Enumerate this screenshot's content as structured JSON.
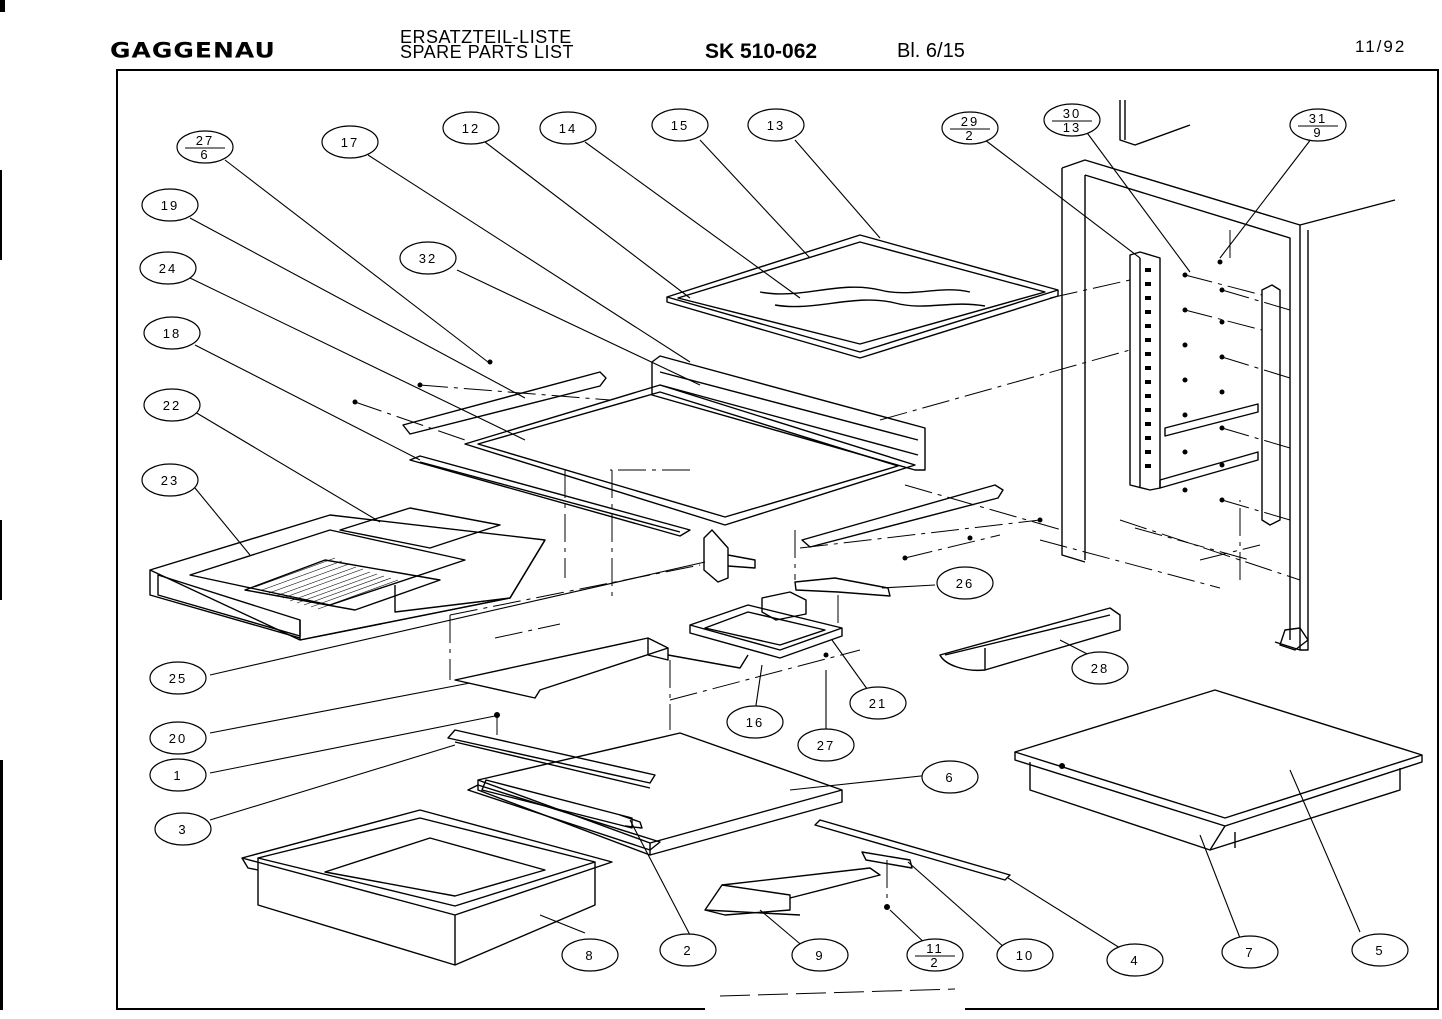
{
  "header": {
    "brand": "GAGGENAU",
    "title_de": "ERSATZTEIL-LISTE",
    "title_en": "SPARE PARTS LIST",
    "model": "SK 510-062",
    "sheet": "Bl. 6/15",
    "date": "11/92"
  },
  "callouts": [
    {
      "id": "c27-6",
      "top": "27",
      "bottom": "6"
    },
    {
      "id": "c17",
      "label": "17"
    },
    {
      "id": "c12",
      "label": "12"
    },
    {
      "id": "c14",
      "label": "14"
    },
    {
      "id": "c15",
      "label": "15"
    },
    {
      "id": "c13",
      "label": "13"
    },
    {
      "id": "c29-2",
      "top": "29",
      "bottom": "2"
    },
    {
      "id": "c30-13",
      "top": "30",
      "bottom": "13"
    },
    {
      "id": "c31-9",
      "top": "31",
      "bottom": "9"
    },
    {
      "id": "c19",
      "label": "19"
    },
    {
      "id": "c24",
      "label": "24"
    },
    {
      "id": "c32",
      "label": "32"
    },
    {
      "id": "c18",
      "label": "18"
    },
    {
      "id": "c22",
      "label": "22"
    },
    {
      "id": "c23",
      "label": "23"
    },
    {
      "id": "c26",
      "label": "26"
    },
    {
      "id": "c28",
      "label": "28"
    },
    {
      "id": "c25",
      "label": "25"
    },
    {
      "id": "c21",
      "label": "21"
    },
    {
      "id": "c16",
      "label": "16"
    },
    {
      "id": "c27",
      "label": "27"
    },
    {
      "id": "c20",
      "label": "20"
    },
    {
      "id": "c1",
      "label": "1"
    },
    {
      "id": "c6",
      "label": "6"
    },
    {
      "id": "c3",
      "label": "3"
    },
    {
      "id": "c8",
      "label": "8"
    },
    {
      "id": "c2",
      "label": "2"
    },
    {
      "id": "c9",
      "label": "9"
    },
    {
      "id": "c11-2",
      "top": "11",
      "bottom": "2"
    },
    {
      "id": "c10",
      "label": "10"
    },
    {
      "id": "c4",
      "label": "4"
    },
    {
      "id": "c7",
      "label": "7"
    },
    {
      "id": "c5",
      "label": "5"
    }
  ]
}
